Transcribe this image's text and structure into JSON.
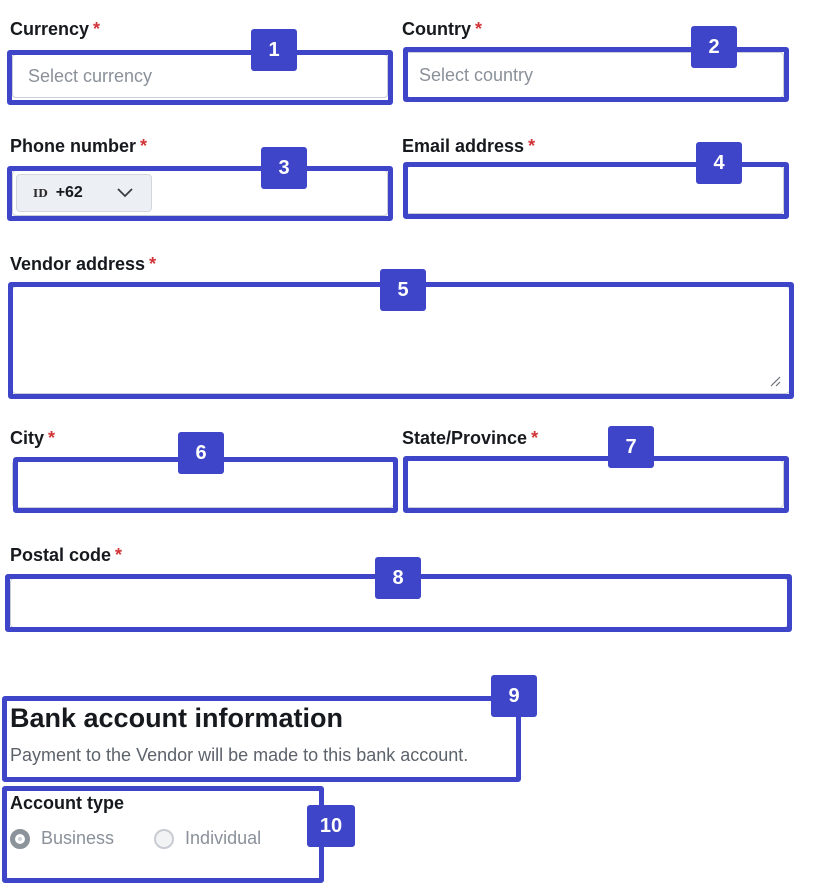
{
  "form": {
    "currency": {
      "label": "Currency",
      "placeholder": "Select currency",
      "required": "*"
    },
    "country": {
      "label": "Country",
      "placeholder": "Select country",
      "required": "*"
    },
    "phone": {
      "label": "Phone number",
      "required": "*",
      "flag": "ID",
      "dial_code": "+62"
    },
    "email": {
      "label": "Email address",
      "required": "*"
    },
    "vendor_address": {
      "label": "Vendor address",
      "required": "*"
    },
    "city": {
      "label": "City",
      "required": "*"
    },
    "state": {
      "label": "State/Province",
      "required": "*"
    },
    "postal": {
      "label": "Postal code",
      "required": "*"
    }
  },
  "bank": {
    "title": "Bank account information",
    "subtitle": "Payment to the Vendor will be made to this bank account.",
    "account_type_label": "Account type",
    "options": [
      "Business",
      "Individual"
    ],
    "selected": "Business"
  },
  "annotations": [
    "1",
    "2",
    "3",
    "4",
    "5",
    "6",
    "7",
    "8",
    "9",
    "10"
  ],
  "colors": {
    "annotation": "#3e45c8",
    "required": "#d13438"
  }
}
